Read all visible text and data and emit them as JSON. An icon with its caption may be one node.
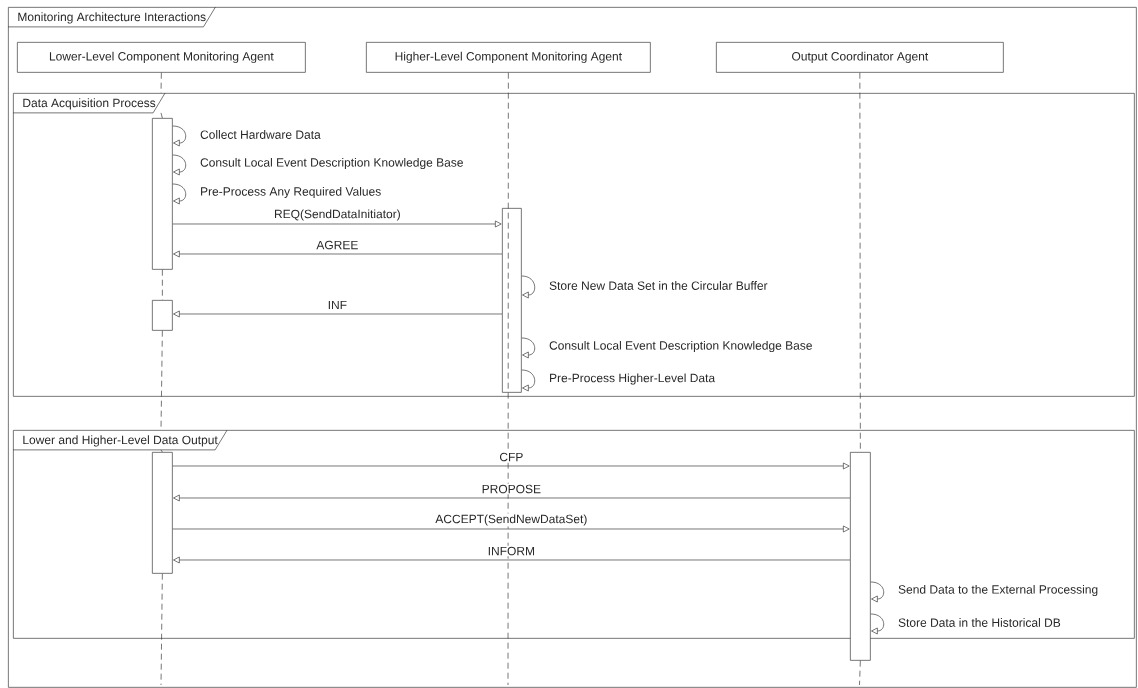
{
  "diagram": {
    "nodes": [
      {
        "text": [
          "Monitoring Architecture Interactions"
        ]
      },
      {
        "text": [
          "Lower-Level Component Monitoring Agent"
        ],
        "in": 0
      },
      {
        "text": [
          "Higher-Level Component Monitoring Agent"
        ],
        "in": 0
      },
      {
        "text": [
          "Output Coordinator Agent"
        ],
        "in": 0
      },
      {
        "text": [
          "Data Acquisition Process"
        ],
        "in": 0
      },
      {
        "text": [
          "Lower and Higher-Level Data Output"
        ],
        "in": 0
      },
      {
        "text": [],
        "shape": "bar",
        "in": 4
      },
      {
        "text": [],
        "shape": "bar",
        "in": 4
      },
      {
        "text": [],
        "shape": "bar",
        "in": 4
      },
      {
        "text": [],
        "shape": "bar",
        "in": 5
      },
      {
        "text": [],
        "shape": "bar",
        "in": 5
      }
    ],
    "edges": [
      {
        "from": 6,
        "to": 6,
        "arrow": "to",
        "label": "Collect Hardware Data"
      },
      {
        "from": 6,
        "to": 6,
        "arrow": "to",
        "label": "Consult Local Event Description Knowledge Base"
      },
      {
        "from": 6,
        "to": 6,
        "arrow": "to",
        "label": "Pre-Process Any Required Values"
      },
      {
        "from": 6,
        "to": 8,
        "arrow": "to",
        "label": "REQ(SendDataInitiator)"
      },
      {
        "from": 8,
        "to": 6,
        "arrow": "to",
        "label": "AGREE"
      },
      {
        "from": 8,
        "to": 8,
        "arrow": "to",
        "label": "Store New Data Set in the Circular Buffer"
      },
      {
        "from": 8,
        "to": 7,
        "arrow": "to",
        "label": "INF"
      },
      {
        "from": 8,
        "to": 8,
        "arrow": "to",
        "label": "Consult Local Event Description Knowledge Base"
      },
      {
        "from": 8,
        "to": 8,
        "arrow": "to",
        "label": "Pre-Process Higher-Level Data"
      },
      {
        "from": 9,
        "to": 10,
        "arrow": "to",
        "label": "CFP"
      },
      {
        "from": 10,
        "to": 9,
        "arrow": "to",
        "label": "PROPOSE"
      },
      {
        "from": 9,
        "to": 10,
        "arrow": "to",
        "label": "ACCEPT(SendNewDataSet)"
      },
      {
        "from": 10,
        "to": 9,
        "arrow": "to",
        "label": "INFORM"
      },
      {
        "from": 10,
        "to": 10,
        "arrow": "to",
        "label": "Send Data to the External Processing"
      },
      {
        "from": 10,
        "to": 10,
        "arrow": "to",
        "label": "Store Data in the Historical DB"
      },
      {
        "from": 1,
        "to": null,
        "arrow": "none",
        "style": "dashed"
      },
      {
        "from": 2,
        "to": null,
        "arrow": "none",
        "style": "dashed"
      },
      {
        "from": 3,
        "to": null,
        "arrow": "none",
        "style": "dashed"
      }
    ]
  }
}
